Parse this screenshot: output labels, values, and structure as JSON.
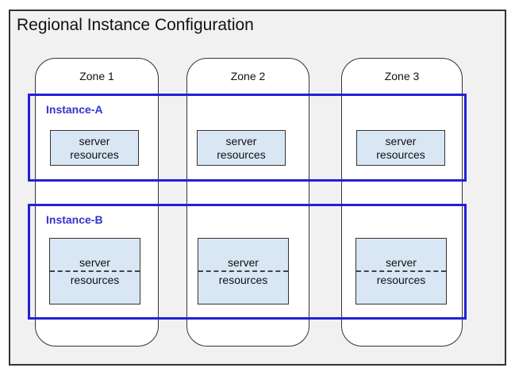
{
  "title": "Regional Instance Configuration",
  "colors": {
    "background": "#f1f1f1",
    "outer_border": "#333333",
    "zone_fill": "#ffffff",
    "zone_border": "#333333",
    "instance_border": "#2121d6",
    "instance_label": "#3333cc",
    "server_box_fill": "#d9e7f5",
    "server_box_border": "#333333",
    "text": "#111111"
  },
  "zones": [
    {
      "label": "Zone 1"
    },
    {
      "label": "Zone 2"
    },
    {
      "label": "Zone 3"
    }
  ],
  "instances": [
    {
      "label": "Instance-A",
      "boxes": [
        {
          "line1": "server",
          "line2": "resources"
        },
        {
          "line1": "server",
          "line2": "resources"
        },
        {
          "line1": "server",
          "line2": "resources"
        }
      ]
    },
    {
      "label": "Instance-B",
      "boxes": [
        {
          "line1": "server",
          "line2": "resources"
        },
        {
          "line1": "server",
          "line2": "resources"
        },
        {
          "line1": "server",
          "line2": "resources"
        }
      ]
    }
  ]
}
